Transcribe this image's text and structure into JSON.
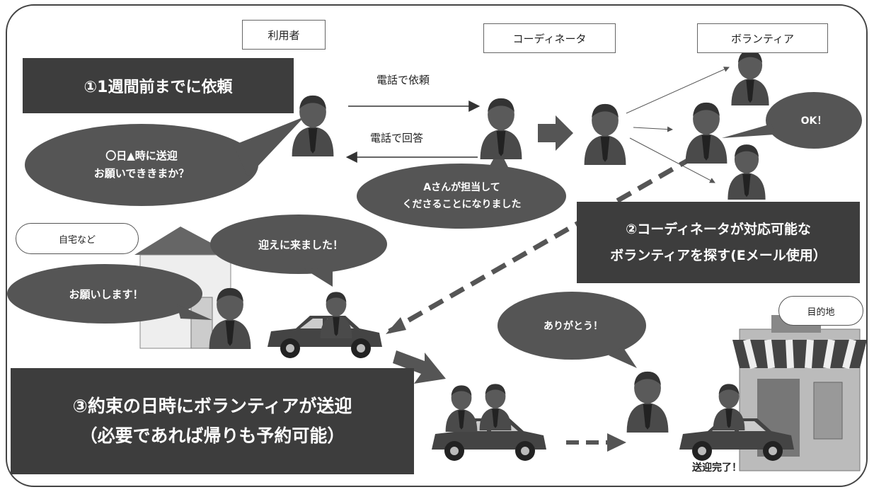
{
  "roles": {
    "user": "利用者",
    "coordinator": "コーディネータ",
    "volunteer": "ボランティア"
  },
  "steps": {
    "step1": "①1週間前までに依頼",
    "step2_line1": "②コーディネータが対応可能な",
    "step2_line2": "ボランティアを探す(Eメール使用）",
    "step3_line1": "③約束の日時にボランティアが送迎",
    "step3_line2": "（必要であれば帰りも予約可能）"
  },
  "flows": {
    "phone_request": "電話で依頼",
    "phone_reply": "電話で回答"
  },
  "bubbles": {
    "request_line1": "〇日▲時に送迎",
    "request_line2": "お願いでききまか？",
    "assigned_line1": "Aさんが担当して",
    "assigned_line2": "くださることになりました",
    "ok": "OK！",
    "arrived": "迎えに来ました！",
    "please": "お願いします！",
    "thanks": "ありがとう！"
  },
  "places": {
    "home": "自宅など",
    "destination": "目的地"
  },
  "done": "送迎完了！",
  "colors": {
    "dark_box": "#3d3d3d",
    "bubble": "#555555",
    "person": "#4a4a4a"
  }
}
